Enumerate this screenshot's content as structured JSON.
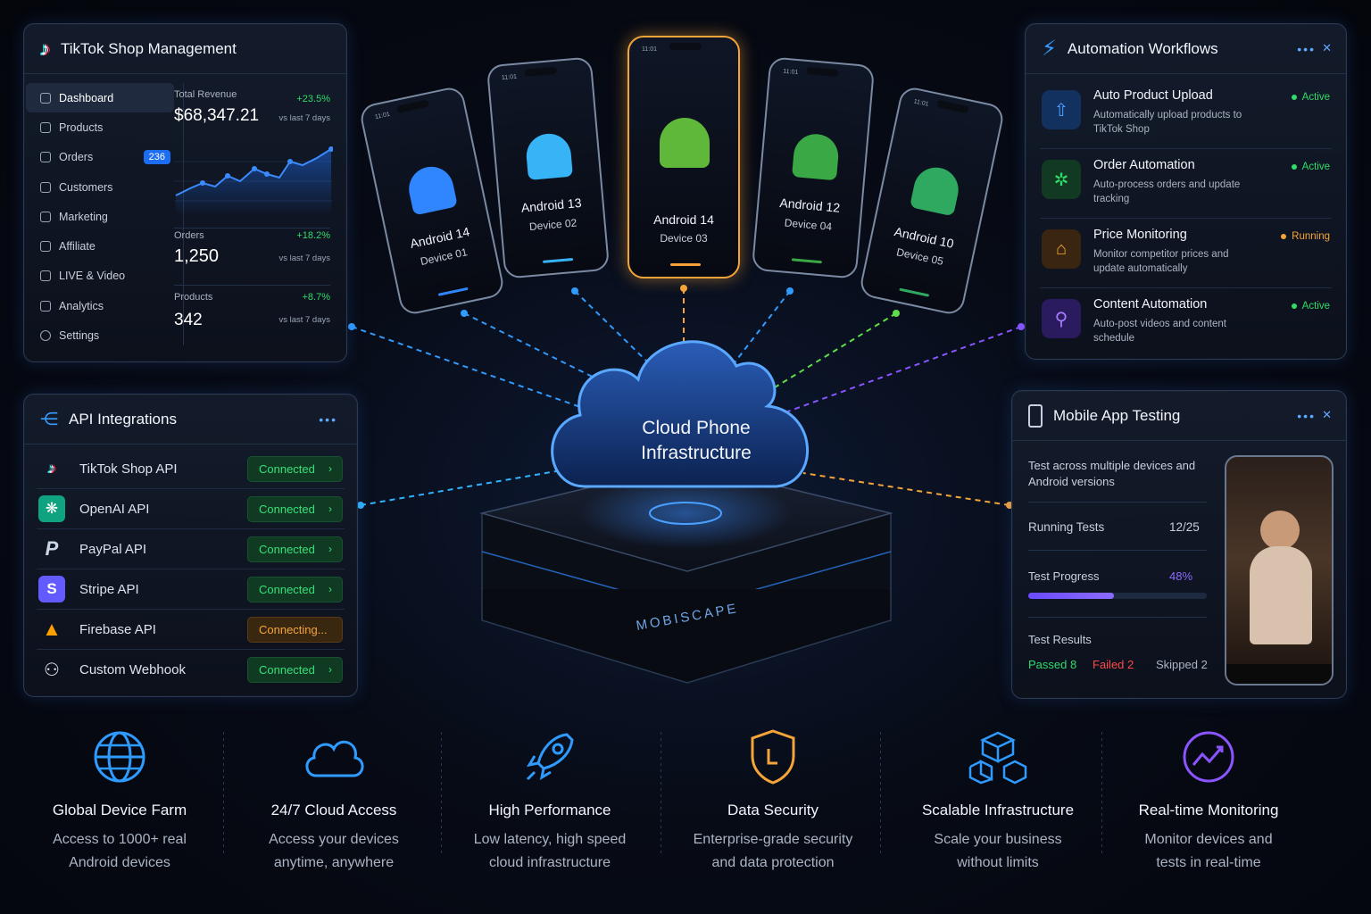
{
  "tiktok": {
    "title": "TikTok Shop Management",
    "nav": [
      {
        "label": "Dashboard",
        "active": true
      },
      {
        "label": "Products"
      },
      {
        "label": "Orders",
        "badge": "236"
      },
      {
        "label": "Customers"
      },
      {
        "label": "Marketing"
      },
      {
        "label": "Affiliate"
      },
      {
        "label": "LIVE & Video"
      },
      {
        "label": "Analytics"
      },
      {
        "label": "Settings"
      }
    ],
    "revenue": {
      "label": "Total Revenue",
      "value": "$68,347.21",
      "change": "+23.5%",
      "sub": "vs last 7 days"
    },
    "orders": {
      "label": "Orders",
      "value": "1,250",
      "change": "+18.2%",
      "sub": "vs last 7 days"
    },
    "products": {
      "label": "Products",
      "value": "342",
      "change": "+8.7%",
      "sub": "vs last 7 days"
    }
  },
  "phones": [
    {
      "version": "Android 14",
      "device": "Device 01",
      "color": "#2f86ff",
      "time": "11:01"
    },
    {
      "version": "Android 13",
      "device": "Device 02",
      "color": "#37b4f5",
      "time": "11:01"
    },
    {
      "version": "Android 14",
      "device": "Device 03",
      "color": "#5fb83a",
      "time": "11:01"
    },
    {
      "version": "Android 12",
      "device": "Device 04",
      "color": "#3aa845",
      "time": "11:01"
    },
    {
      "version": "Android 10",
      "device": "Device 05",
      "color": "#2fa860",
      "time": "11:01"
    }
  ],
  "cloud": {
    "line1": "Cloud Phone",
    "line2": "Infrastructure"
  },
  "brand": "MOBISCAPE",
  "automation": {
    "title": "Automation Workflows",
    "items": [
      {
        "title": "Auto Product Upload",
        "desc": "Automatically upload products to TikTok Shop",
        "status": "Active",
        "statusColor": "#2fdc6a"
      },
      {
        "title": "Order Automation",
        "desc": "Auto-process orders and update tracking",
        "status": "Active",
        "statusColor": "#2fdc6a"
      },
      {
        "title": "Price Monitoring",
        "desc": "Monitor competitor prices and update automatically",
        "status": "Running",
        "statusColor": "#f5a43a"
      },
      {
        "title": "Content Automation",
        "desc": "Auto-post videos and content schedule",
        "status": "Active",
        "statusColor": "#2fdc6a"
      }
    ]
  },
  "api": {
    "title": "API Integrations",
    "items": [
      {
        "name": "TikTok Shop API",
        "status": "Connected"
      },
      {
        "name": "OpenAI API",
        "status": "Connected"
      },
      {
        "name": "PayPal API",
        "status": "Connected"
      },
      {
        "name": "Stripe API",
        "status": "Connected"
      },
      {
        "name": "Firebase API",
        "status": "Connecting..."
      },
      {
        "name": "Custom Webhook",
        "status": "Connected"
      }
    ]
  },
  "mobile": {
    "title": "Mobile App Testing",
    "desc": "Test across multiple devices and Android versions",
    "running_label": "Running Tests",
    "running_value": "12/25",
    "progress_label": "Test Progress",
    "progress_value": "48%",
    "progress_fraction": 0.48,
    "results_label": "Test Results",
    "passed": "Passed 8",
    "failed": "Failed 2",
    "skipped": "Skipped 2"
  },
  "features": [
    {
      "title": "Global Device Farm",
      "line1": "Access to 1000+ real",
      "line2": "Android devices",
      "icon": "globe-icon"
    },
    {
      "title": "24/7 Cloud Access",
      "line1": "Access your devices",
      "line2": "anytime, anywhere",
      "icon": "cloud-icon"
    },
    {
      "title": "High Performance",
      "line1": "Low latency, high speed",
      "line2": "cloud infrastructure",
      "icon": "rocket-icon"
    },
    {
      "title": "Data Security",
      "line1": "Enterprise-grade security",
      "line2": "and data protection",
      "icon": "shield-icon"
    },
    {
      "title": "Scalable Infrastructure",
      "line1": "Scale your business",
      "line2": "without limits",
      "icon": "cubes-icon"
    },
    {
      "title": "Real-time Monitoring",
      "line1": "Monitor devices and",
      "line2": "tests in real-time",
      "icon": "monitor-chart-icon"
    }
  ]
}
